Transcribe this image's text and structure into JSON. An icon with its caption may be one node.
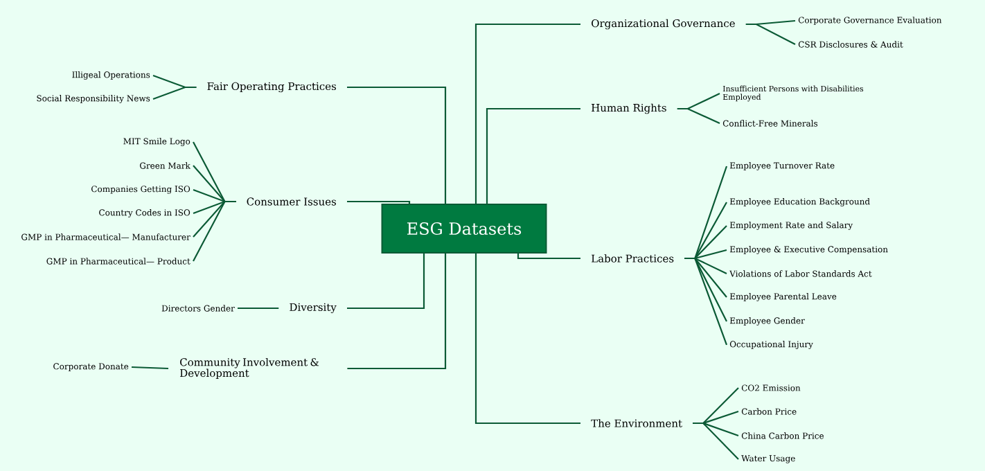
{
  "diagram": {
    "nodes": [
      {
        "text": [
          "ESG Datasets"
        ]
      },
      {
        "text": [
          "Fair Operating Practices"
        ]
      },
      {
        "text": [
          "Illigeal Operations"
        ]
      },
      {
        "text": [
          "Social Responsibility News"
        ]
      },
      {
        "text": [
          "Consumer Issues"
        ]
      },
      {
        "text": [
          "MIT Smile Logo"
        ]
      },
      {
        "text": [
          "Green Mark"
        ]
      },
      {
        "text": [
          "Companies Getting ISO"
        ]
      },
      {
        "text": [
          "Country Codes in ISO"
        ]
      },
      {
        "text": [
          "GMP in Pharmaceutical—  Manufacturer"
        ]
      },
      {
        "text": [
          "GMP in Pharmaceutical—  Product"
        ]
      },
      {
        "text": [
          "Diversity"
        ]
      },
      {
        "text": [
          "Directors Gender"
        ]
      },
      {
        "text": [
          "Community Involvement & Development"
        ]
      },
      {
        "text": [
          "Corporate Donate"
        ]
      },
      {
        "text": [
          "Organizational Governance"
        ]
      },
      {
        "text": [
          "Corporate Governance Evaluation"
        ]
      },
      {
        "text": [
          "CSR Disclosures & Audit"
        ]
      },
      {
        "text": [
          "Human Rights"
        ]
      },
      {
        "text": [
          "Insufficient Persons with Disabilities Employed"
        ]
      },
      {
        "text": [
          "Conflict-Free Minerals"
        ]
      },
      {
        "text": [
          "Labor Practices"
        ]
      },
      {
        "text": [
          "Employee Turnover Rate"
        ]
      },
      {
        "text": [
          "Employee Education Background"
        ]
      },
      {
        "text": [
          "Employment Rate and Salary"
        ]
      },
      {
        "text": [
          "Employee & Executive Compensation"
        ]
      },
      {
        "text": [
          "Violations of Labor Standards Act"
        ]
      },
      {
        "text": [
          "Employee Parental Leave"
        ]
      },
      {
        "text": [
          "Employee Gender"
        ]
      },
      {
        "text": [
          "Occupational Injury"
        ]
      },
      {
        "text": [
          "The Environment"
        ]
      },
      {
        "text": [
          "CO2 Emission"
        ]
      },
      {
        "text": [
          "Carbon Price"
        ]
      },
      {
        "text": [
          "China Carbon Price"
        ]
      },
      {
        "text": [
          "Water Usage"
        ]
      }
    ],
    "edges": [
      {
        "from": 0,
        "to": 1,
        "arrow": "none"
      },
      {
        "from": 0,
        "to": 4,
        "arrow": "none"
      },
      {
        "from": 0,
        "to": 11,
        "arrow": "none"
      },
      {
        "from": 0,
        "to": 13,
        "arrow": "none"
      },
      {
        "from": 0,
        "to": 15,
        "arrow": "none"
      },
      {
        "from": 0,
        "to": 18,
        "arrow": "none"
      },
      {
        "from": 0,
        "to": 21,
        "arrow": "none"
      },
      {
        "from": 0,
        "to": 30,
        "arrow": "none"
      },
      {
        "from": 1,
        "to": 2,
        "arrow": "none"
      },
      {
        "from": 1,
        "to": 3,
        "arrow": "none"
      },
      {
        "from": 4,
        "to": 5,
        "arrow": "none"
      },
      {
        "from": 4,
        "to": 6,
        "arrow": "none"
      },
      {
        "from": 4,
        "to": 7,
        "arrow": "none"
      },
      {
        "from": 4,
        "to": 8,
        "arrow": "none"
      },
      {
        "from": 4,
        "to": 9,
        "arrow": "none"
      },
      {
        "from": 4,
        "to": 10,
        "arrow": "none"
      },
      {
        "from": 11,
        "to": 12,
        "arrow": "none"
      },
      {
        "from": 13,
        "to": 14,
        "arrow": "none"
      },
      {
        "from": 15,
        "to": 16,
        "arrow": "none"
      },
      {
        "from": 15,
        "to": 17,
        "arrow": "none"
      },
      {
        "from": 18,
        "to": 19,
        "arrow": "none"
      },
      {
        "from": 18,
        "to": 20,
        "arrow": "none"
      },
      {
        "from": 21,
        "to": 22,
        "arrow": "none"
      },
      {
        "from": 21,
        "to": 23,
        "arrow": "none"
      },
      {
        "from": 21,
        "to": 24,
        "arrow": "none"
      },
      {
        "from": 21,
        "to": 25,
        "arrow": "none"
      },
      {
        "from": 21,
        "to": 26,
        "arrow": "none"
      },
      {
        "from": 21,
        "to": 27,
        "arrow": "none"
      },
      {
        "from": 21,
        "to": 28,
        "arrow": "none"
      },
      {
        "from": 21,
        "to": 29,
        "arrow": "none"
      },
      {
        "from": 30,
        "to": 31,
        "arrow": "none"
      },
      {
        "from": 30,
        "to": 32,
        "arrow": "none"
      },
      {
        "from": 30,
        "to": 33,
        "arrow": "none"
      },
      {
        "from": 30,
        "to": 34,
        "arrow": "none"
      }
    ]
  }
}
